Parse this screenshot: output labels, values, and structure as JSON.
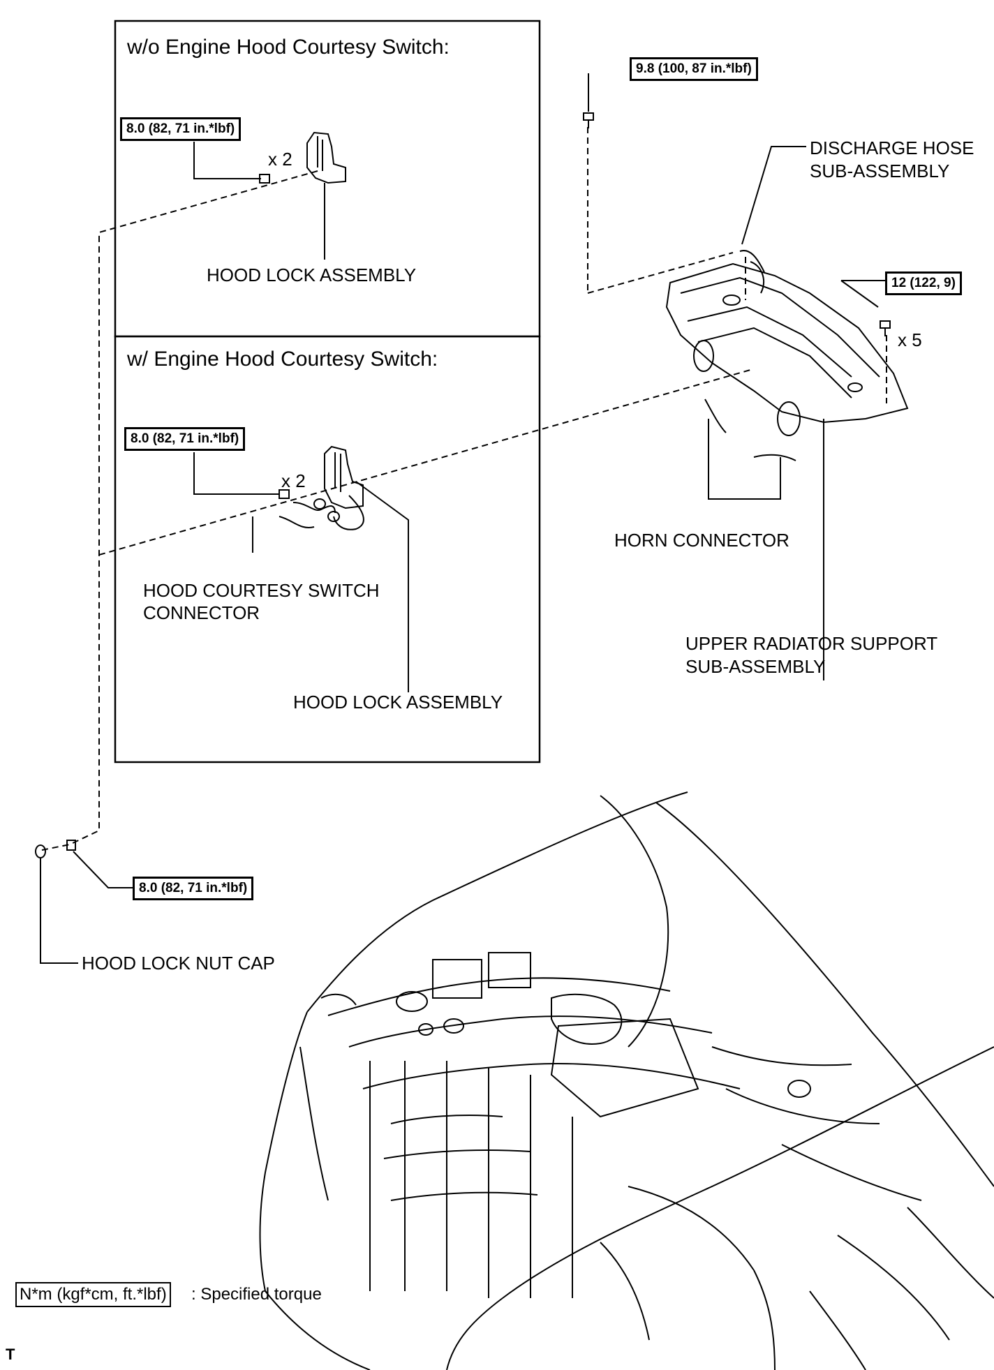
{
  "panels": {
    "top_title": "w/o Engine Hood Courtesy Switch:",
    "bottom_title": "w/ Engine Hood Courtesy Switch:"
  },
  "torques": {
    "t1": "8.0 (82, 71 in.*lbf)",
    "t2": "8.0 (82, 71 in.*lbf)",
    "t3": "9.8 (100, 87 in.*lbf)",
    "t4": "12 (122, 9)",
    "t5": "8.0 (82, 71 in.*lbf)"
  },
  "quantities": {
    "q1": "x 2",
    "q2": "x 2",
    "q3": "x 5"
  },
  "labels": {
    "hood_lock_assembly_top": "HOOD LOCK ASSEMBLY",
    "hood_lock_assembly_bottom": "HOOD LOCK ASSEMBLY",
    "hood_courtesy_switch_connector_1": "HOOD COURTESY SWITCH",
    "hood_courtesy_switch_connector_2": "CONNECTOR",
    "discharge_hose_1": "DISCHARGE HOSE",
    "discharge_hose_2": "SUB-ASSEMBLY",
    "horn_connector": "HORN CONNECTOR",
    "upper_radiator_support_1": "UPPER RADIATOR SUPPORT",
    "upper_radiator_support_2": "SUB-ASSEMBLY",
    "hood_lock_nut_cap": "HOOD LOCK NUT CAP"
  },
  "legend": {
    "unit": "N*m (kgf*cm, ft.*lbf)",
    "description": ": Specified torque"
  },
  "footer_code": "T"
}
